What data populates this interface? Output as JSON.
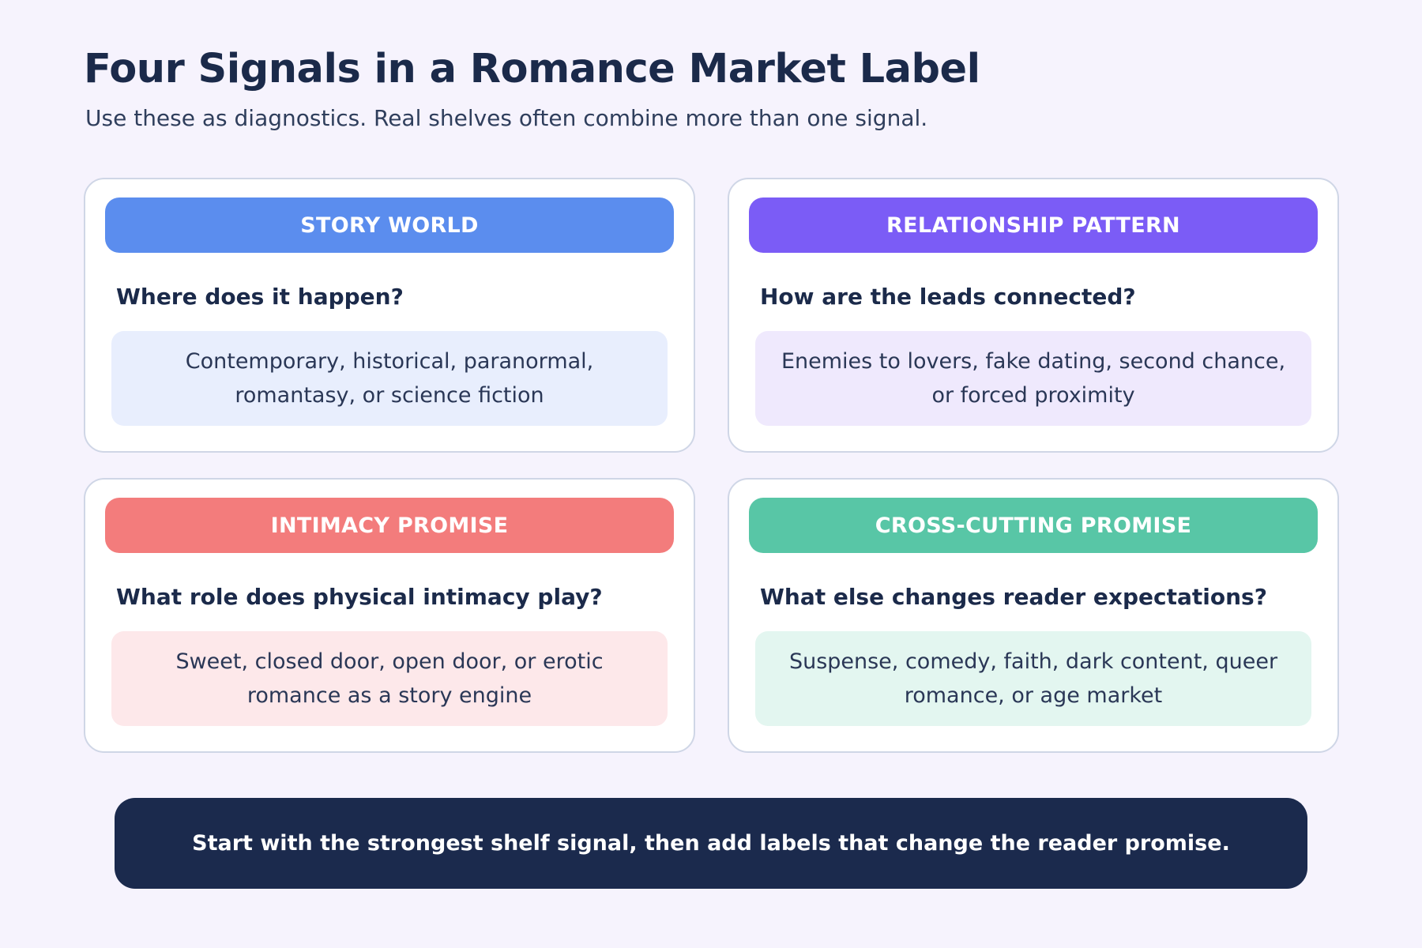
{
  "title": "Four Signals in a Romance Market Label",
  "subtitle": "Use these as diagnostics. Real shelves often combine more than one signal.",
  "cards": [
    {
      "header": "STORY WORLD",
      "question": "Where does it happen?",
      "answer": "Contemporary, historical, paranormal, romantasy, or science fiction",
      "accent_color": "#5b8dee",
      "answer_bg": "#e8eefd"
    },
    {
      "header": "RELATIONSHIP PATTERN",
      "question": "How are the leads connected?",
      "answer": "Enemies to lovers, fake dating, second chance, or forced proximity",
      "accent_color": "#7b5cf6",
      "answer_bg": "#efe9fd"
    },
    {
      "header": "INTIMACY PROMISE",
      "question": "What role does physical intimacy play?",
      "answer": "Sweet, closed door, open door, or erotic romance as a story engine",
      "accent_color": "#f37c7c",
      "answer_bg": "#fde8ea"
    },
    {
      "header": "CROSS-CUTTING PROMISE",
      "question": "What else changes reader expectations?",
      "answer": "Suspense, comedy, faith, dark content, queer romance, or age market",
      "accent_color": "#58c6a6",
      "answer_bg": "#e3f6f0"
    }
  ],
  "footer": "Start with the strongest shelf signal, then add labels that change the reader promise.",
  "colors": {
    "background": "#f6f3fd",
    "text_dark": "#1b2a4a",
    "footer_bg": "#1b2a4d"
  }
}
